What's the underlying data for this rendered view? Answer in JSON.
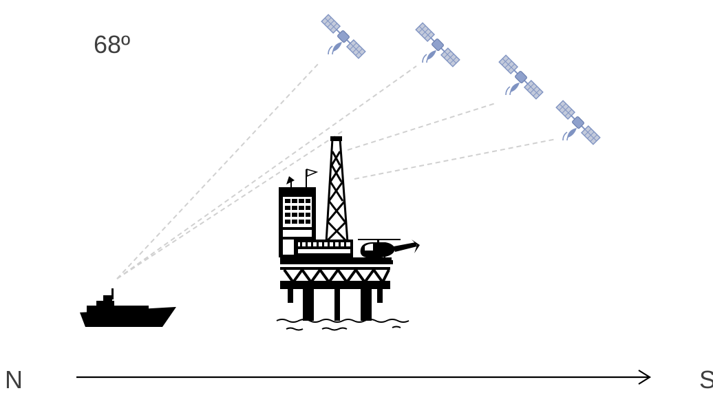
{
  "angle_label": "68º",
  "direction": {
    "start": "N",
    "end": "S"
  },
  "satellites": [
    {
      "name": "satellite-1"
    },
    {
      "name": "satellite-2"
    },
    {
      "name": "satellite-3"
    },
    {
      "name": "satellite-4"
    }
  ],
  "colors": {
    "satellite_blue": "#7f93c2",
    "satellite_light": "#c3cadb",
    "signal_line": "#d0d0d0",
    "silhouette": "#000000",
    "text": "#3f3f3f"
  },
  "icons": [
    "ship-icon",
    "oil-platform-icon",
    "helicopter-icon",
    "satellite-icon",
    "arrow-icon"
  ]
}
